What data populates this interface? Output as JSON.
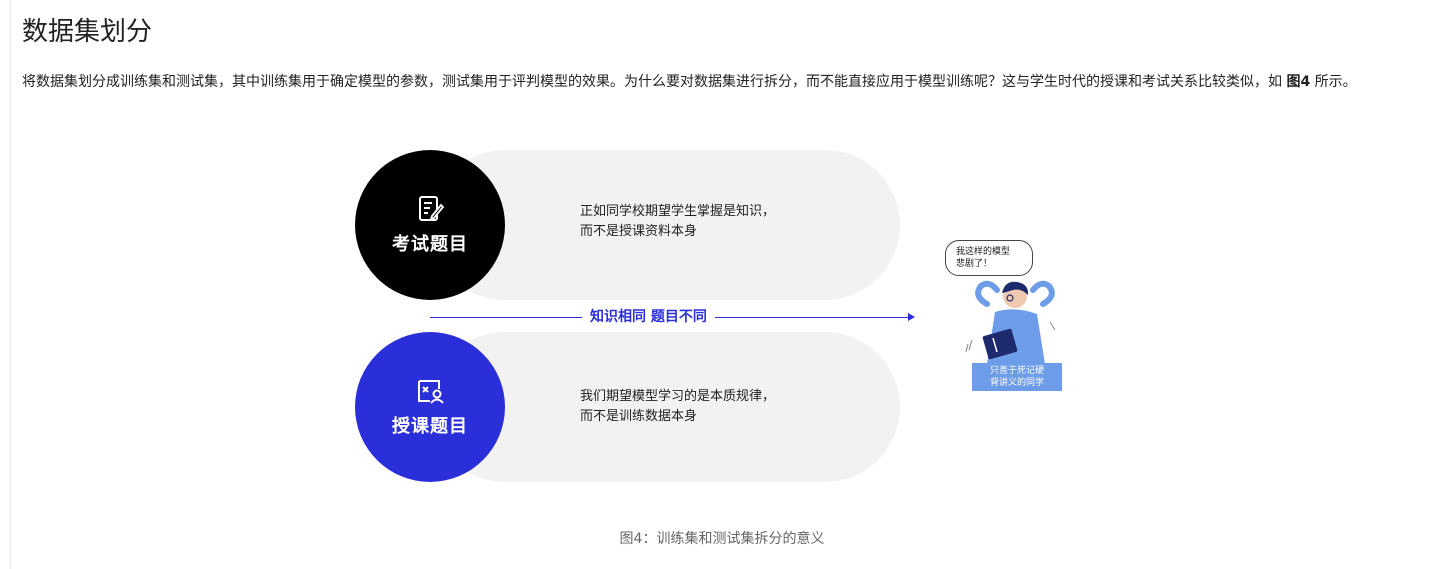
{
  "title": "数据集划分",
  "intro": {
    "text_before": "将数据集划分成训练集和测试集，其中训练集用于确定模型的参数，测试集用于评判模型的效果。为什么要对数据集进行拆分，而不能直接应用于模型训练呢？这与学生时代的授课和考试关系比较类似，如 ",
    "figure_ref": "图4",
    "text_after": " 所示。"
  },
  "figure": {
    "top": {
      "circle_label": "考试题目",
      "icon": "exam-paper-icon",
      "line1": "正如同学校期望学生掌握是知识，",
      "line2": "而不是授课资料本身"
    },
    "bottom": {
      "circle_label": "授课题目",
      "icon": "lecture-icon",
      "line1": "我们期望模型学习的是本质规律，",
      "line2": "而不是训练数据本身"
    },
    "arrow_label": "知识相同  题目不同",
    "bubble_line1": "我这样的模型",
    "bubble_line2": "悲剧了！",
    "desk_line1": "只善于死记硬",
    "desk_line2": "背讲义的同学",
    "colors": {
      "black": "#000000",
      "blue": "#2b2fd9",
      "pill": "#f2f2f2",
      "student": "#6d9ce8"
    }
  },
  "caption": "图4：训练集和测试集拆分的意义"
}
